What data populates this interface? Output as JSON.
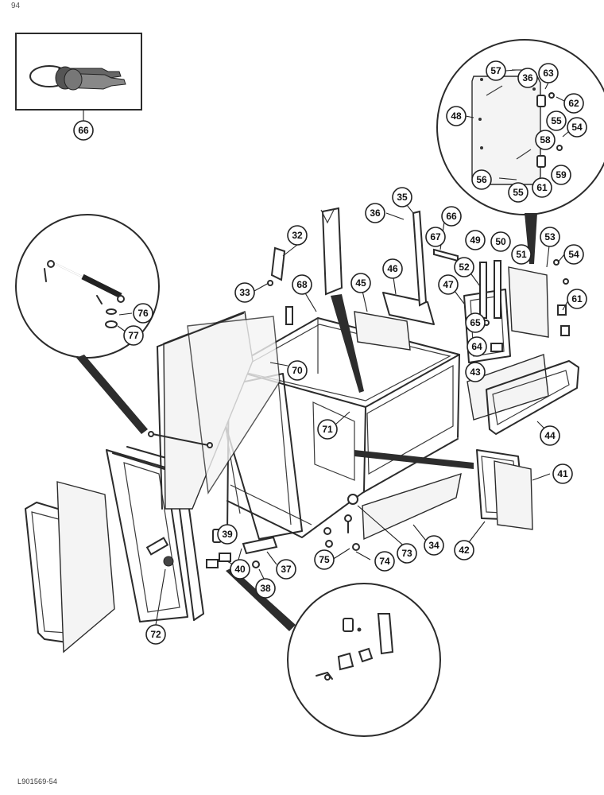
{
  "page_number": "94",
  "reference_code": "L901569-54",
  "callouts": [
    "66",
    "57",
    "36",
    "63",
    "48",
    "62",
    "55",
    "54",
    "58",
    "59",
    "56",
    "55",
    "61",
    "35",
    "36",
    "66",
    "32",
    "67",
    "49",
    "50",
    "53",
    "51",
    "54",
    "52",
    "33",
    "68",
    "45",
    "46",
    "47",
    "65",
    "64",
    "61",
    "76",
    "77",
    "70",
    "43",
    "71",
    "44",
    "41",
    "39",
    "42",
    "34",
    "73",
    "75",
    "74",
    "40",
    "37",
    "38",
    "72"
  ]
}
